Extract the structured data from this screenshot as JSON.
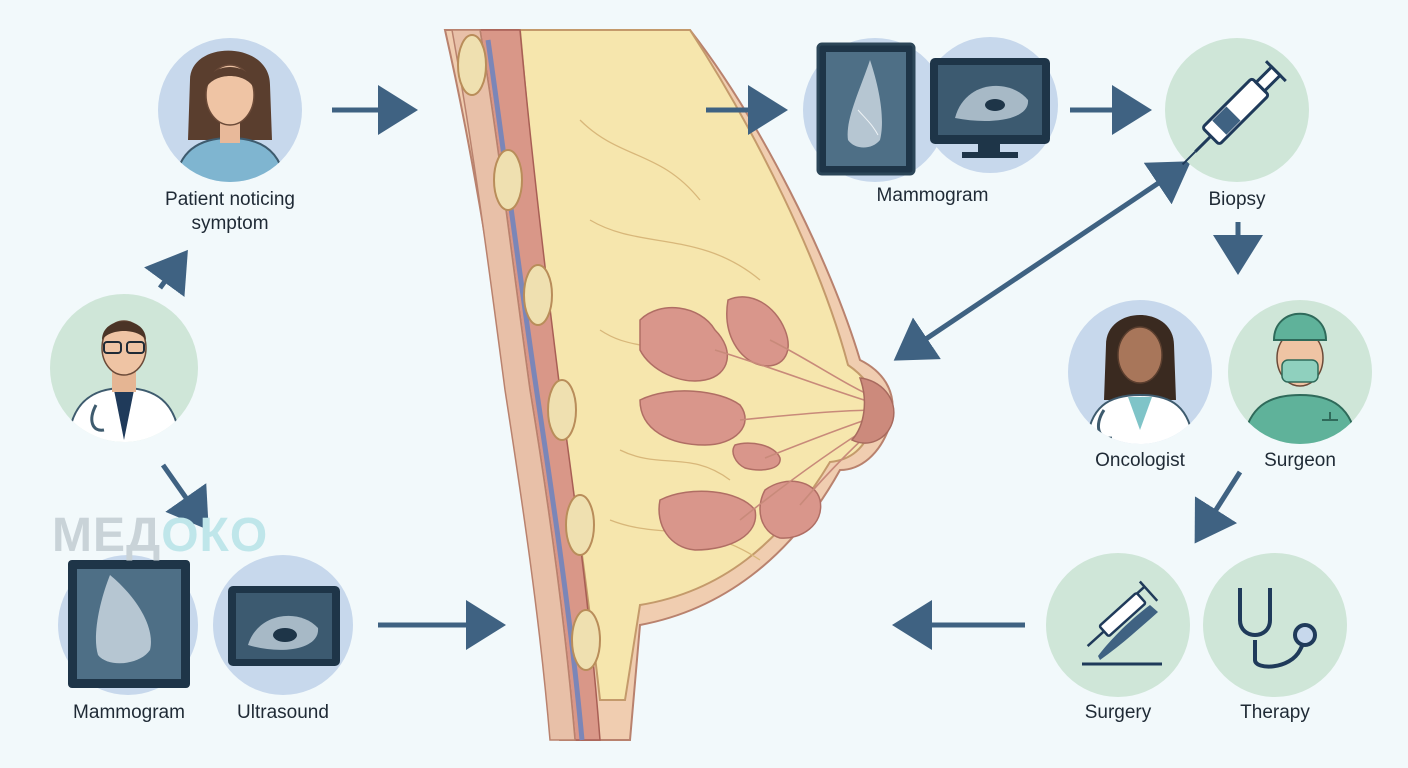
{
  "logo": {
    "part1": "МЕД",
    "part2": "ОКО"
  },
  "labels": {
    "patient": "Patient noticing symptom",
    "mammogram_top": "Mammogram",
    "biopsy": "Biopsy",
    "oncologist": "Oncologist",
    "surgeon": "Surgeon",
    "mammogram_bottom": "Mammogram",
    "ultrasound": "Ultrasound",
    "surgery": "Surgery",
    "therapy": "Therapy"
  },
  "colors": {
    "arrow": "#3f6282",
    "circle_blue": "#c7d8ec",
    "circle_green": "#cfe6d8",
    "tissue_fat": "#f5e3a8",
    "tissue_gland": "#d9968b",
    "skin": "#f0cdb0"
  },
  "icons": [
    "patient-icon",
    "doctor-icon",
    "mammogram-icon",
    "ultrasound-monitor-icon",
    "syringe-icon",
    "oncologist-icon",
    "surgeon-icon",
    "scalpel-syringe-icon",
    "stethoscope-icon",
    "breast-anatomy"
  ]
}
